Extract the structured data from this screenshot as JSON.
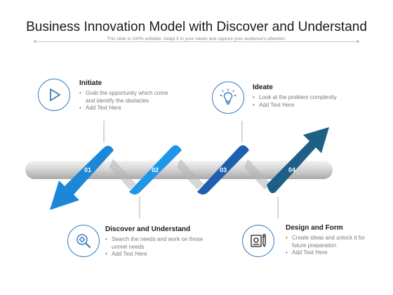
{
  "title": "Business Innovation Model with Discover and Understand",
  "subtitle": "This slide is 100% editable. Adapt it to your needs and capture your audience's attention.",
  "colors": {
    "step1": "#1c87d6",
    "step2": "#1f97e6",
    "step3": "#1e5fae",
    "step4": "#1d5f85",
    "pipe": "#d9d9d9",
    "outline": "#3a7fbf"
  },
  "steps": [
    {
      "number": "01",
      "title": "Initiate",
      "icon": "play-icon",
      "bullets": [
        "Grab the opportunity which come and identify the obstacles",
        "Add Text Here"
      ]
    },
    {
      "number": "02",
      "title": "Discover and Understand",
      "icon": "magnifier-icon",
      "bullets": [
        "Search the needs and work on those unmet needs",
        "Add Text Here"
      ]
    },
    {
      "number": "03",
      "title": "Ideate",
      "icon": "lightbulb-icon",
      "bullets": [
        "Look at the problem complexity",
        "Add Text Here"
      ]
    },
    {
      "number": "04",
      "title": "Design and Form",
      "icon": "design-pen-icon",
      "bullets": [
        "Create ideas and unlock it for future preparation",
        "Add Text Here"
      ]
    }
  ]
}
